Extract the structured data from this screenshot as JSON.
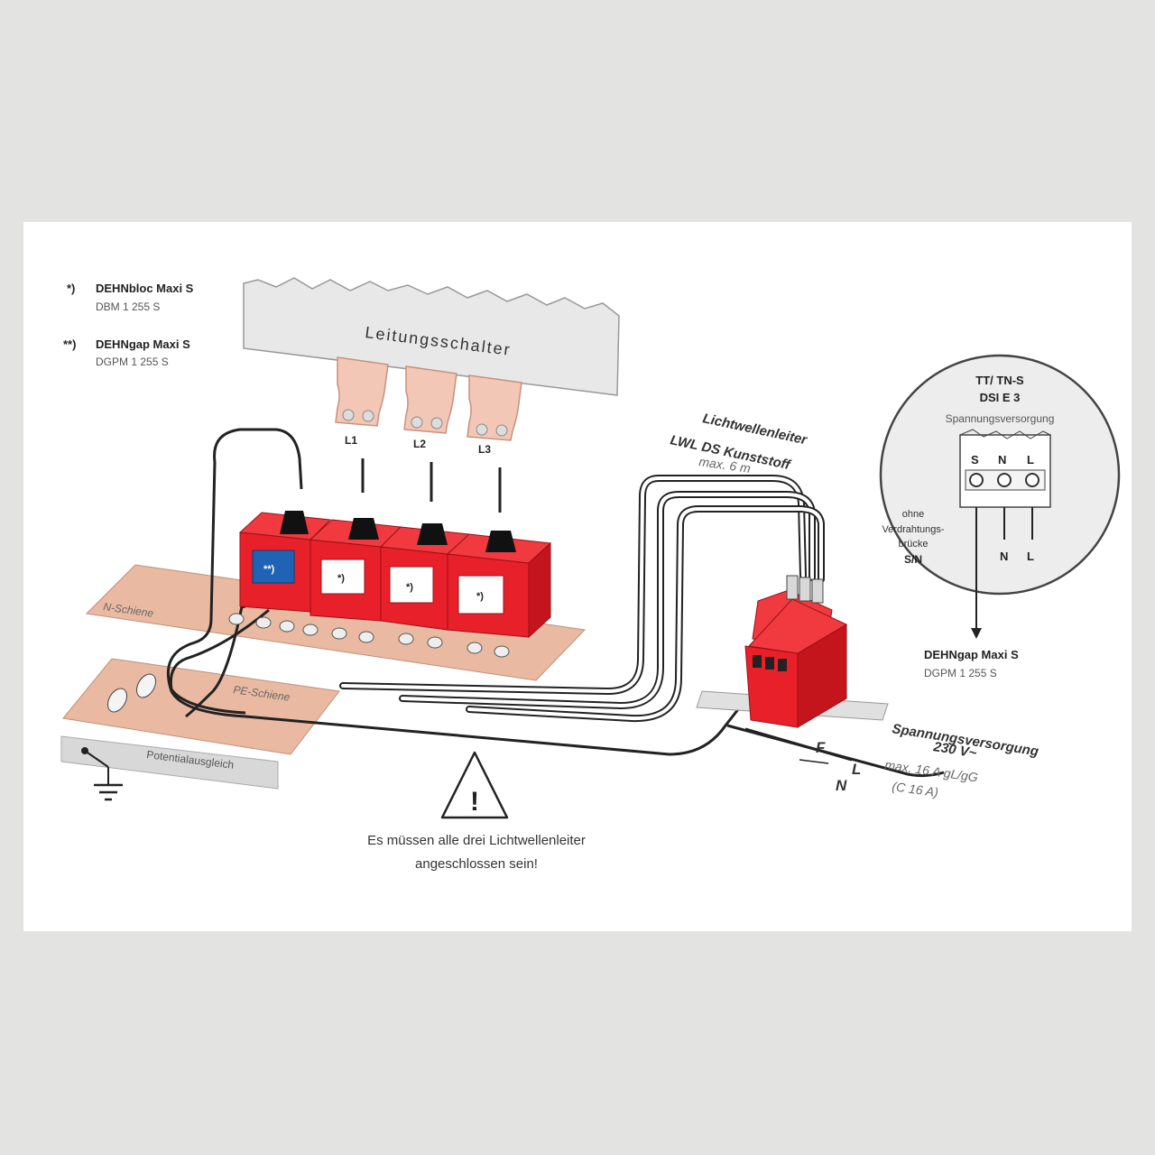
{
  "legend": {
    "item1_marker": "*)",
    "item1_name": "DEHNbloc Maxi S",
    "item1_code": "DBM 1 255 S",
    "item2_marker": "**)",
    "item2_name": "DEHNgap Maxi S",
    "item2_code": "DGPM 1 255 S"
  },
  "busbar_label": "Leitungsschalter",
  "phases": [
    "L1",
    "L2",
    "L3"
  ],
  "module_labels": [
    "**)",
    "*)",
    "*)",
    "*)"
  ],
  "n_rail_label": "N-Schiene",
  "pe_rail_label": "PE-Schiene",
  "equipotential_label": "Potentialausgleich",
  "fiber": {
    "line1": "Lichtwellenleiter",
    "line2": "LWL DS Kunststoff",
    "max_length": "max. 6 m"
  },
  "supply": {
    "l_label": "L",
    "n_label": "N",
    "f_label": "F",
    "title": "Spannungsversorgung",
    "voltage": "230 V~",
    "fuse1": "max. 16 A gL/gG",
    "fuse2": "(C 16 A)"
  },
  "inset": {
    "system": "TT/ TN-S",
    "device": "DSI E 3",
    "supply_label": "Spannungsversorgung",
    "terminals": [
      "S",
      "N",
      "L"
    ],
    "note_line1": "ohne",
    "note_line2": "Verdrahtungs-",
    "note_line3": "brücke",
    "note_line4": "S/N",
    "wire_n": "N",
    "wire_l": "L"
  },
  "target": {
    "name": "DEHNgap Maxi S",
    "code": "DGPM 1 255 S"
  },
  "warning": {
    "symbol": "!",
    "line1": "Es müssen alle drei Lichtwellenleiter",
    "line2": "angeschlossen sein!"
  },
  "colors": {
    "device_red": "#e8202a",
    "copper": "#f2c7b6",
    "module_blue": "#1f64b4",
    "rail": "#e9b9a2"
  }
}
